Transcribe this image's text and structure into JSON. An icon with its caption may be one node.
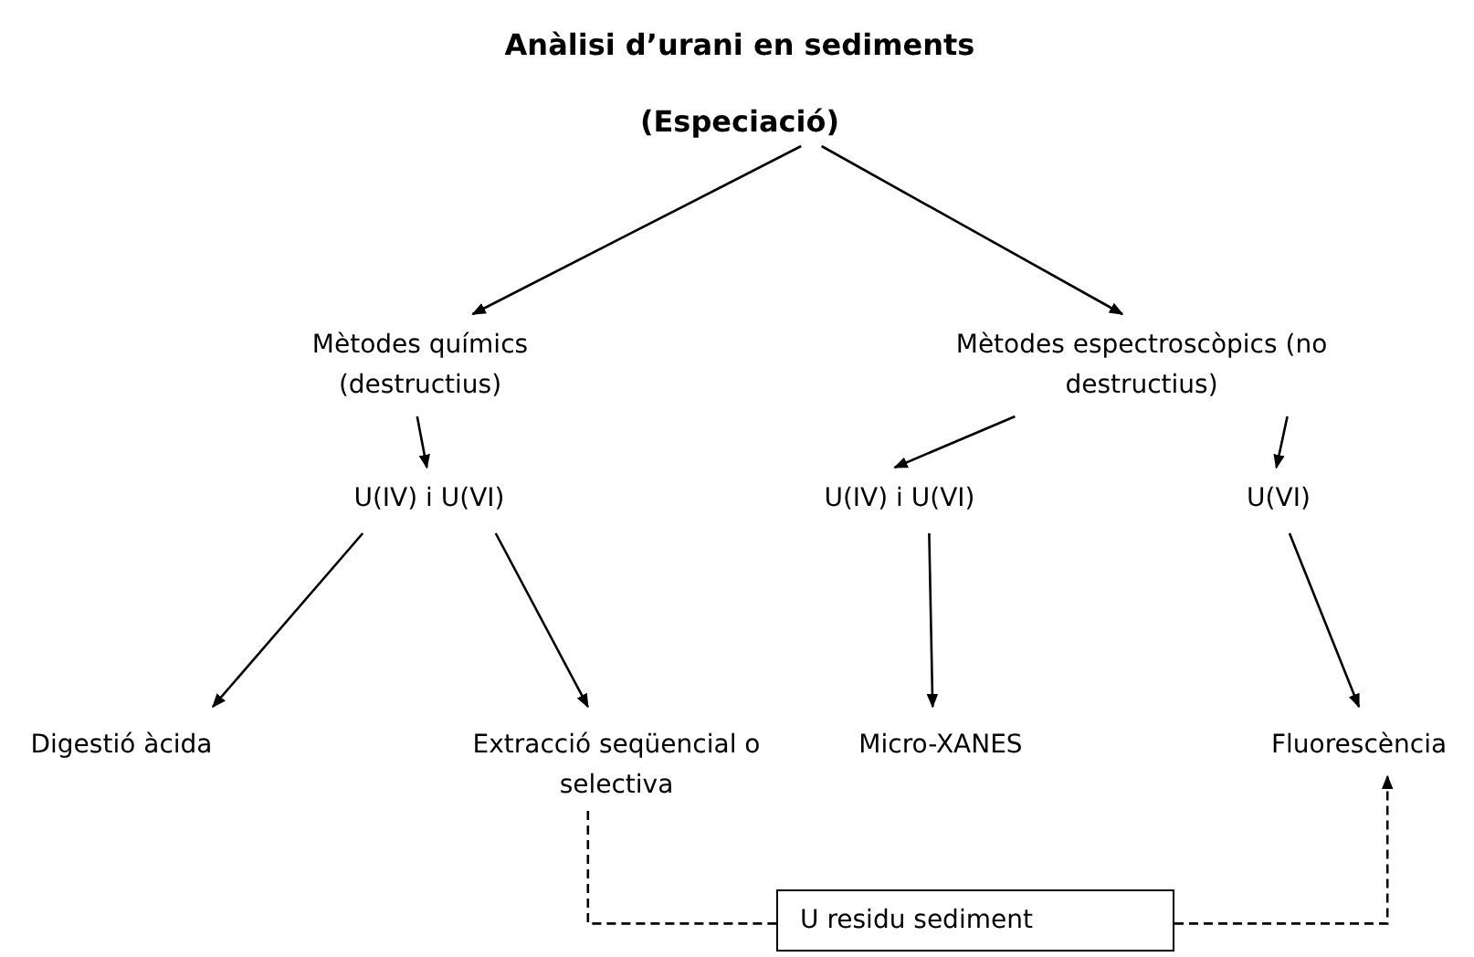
{
  "diagram": {
    "nodes": [
      {
        "text": [
          "Anàlisi d’urani en sediments",
          "(Especiació)"
        ]
      },
      {
        "text": [
          "Mètodes químics (destructius)"
        ]
      },
      {
        "text": [
          "Mètodes espectroscòpics (no destructius)"
        ]
      },
      {
        "text": [
          "U(IV) i U(VI)"
        ]
      },
      {
        "text": [
          "U(IV) i U(VI)"
        ]
      },
      {
        "text": [
          "U(VI)"
        ]
      },
      {
        "text": [
          "Digestió àcida"
        ]
      },
      {
        "text": [
          "Extracció seqüencial o selectiva"
        ]
      },
      {
        "text": [
          "Micro-XANES"
        ]
      },
      {
        "text": [
          "Fluorescència"
        ]
      },
      {
        "text": [
          "U residu sediment"
        ]
      }
    ],
    "edges": [
      {
        "from": 0,
        "to": 1,
        "arrow": "to"
      },
      {
        "from": 0,
        "to": 2,
        "arrow": "to"
      },
      {
        "from": 1,
        "to": 3,
        "arrow": "to"
      },
      {
        "from": 2,
        "to": 4,
        "arrow": "to"
      },
      {
        "from": 2,
        "to": 5,
        "arrow": "to"
      },
      {
        "from": 3,
        "to": 6,
        "arrow": "to"
      },
      {
        "from": 3,
        "to": 7,
        "arrow": "to"
      },
      {
        "from": 4,
        "to": 8,
        "arrow": "to"
      },
      {
        "from": 5,
        "to": 9,
        "arrow": "to"
      },
      {
        "from": 7,
        "to": 10,
        "arrow": "none",
        "style": "dashed"
      },
      {
        "from": 10,
        "to": 9,
        "arrow": "to",
        "style": "dashed"
      }
    ]
  }
}
